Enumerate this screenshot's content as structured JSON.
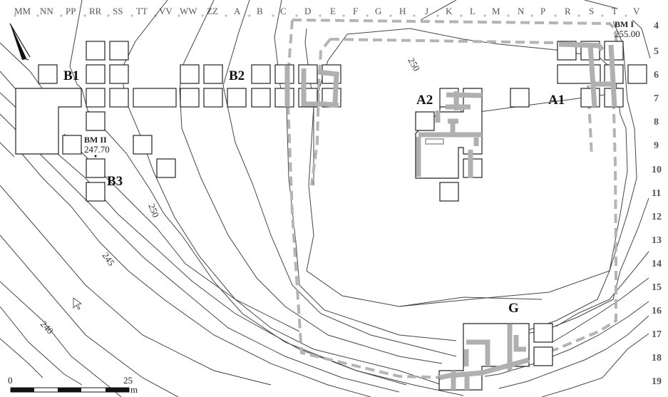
{
  "map": {
    "title": "Site plan with excavation trenches and contour lines",
    "grid_columns": [
      "MM",
      "NN",
      "PP",
      "RR",
      "SS",
      "TT",
      "VV",
      "WW",
      "ZZ",
      "A",
      "B",
      "C",
      "D",
      "E",
      "F",
      "G",
      "H",
      "J",
      "K",
      "L",
      "M",
      "N",
      "P",
      "R",
      "S",
      "T",
      "V"
    ],
    "grid_rows": [
      "4",
      "5",
      "6",
      "7",
      "8",
      "9",
      "10",
      "11",
      "12",
      "13",
      "14",
      "15",
      "16",
      "17",
      "18",
      "19"
    ],
    "areas": [
      {
        "id": "B1",
        "label": "B1"
      },
      {
        "id": "B2",
        "label": "B2"
      },
      {
        "id": "B3",
        "label": "B3"
      },
      {
        "id": "A1",
        "label": "A1"
      },
      {
        "id": "A2",
        "label": "A2"
      },
      {
        "id": "G",
        "label": "G"
      }
    ],
    "benchmarks": [
      {
        "name": "BM I",
        "elevation": "255.00"
      },
      {
        "name": "BM II",
        "elevation": "247.70"
      }
    ],
    "contour_labels": [
      "250",
      "250",
      "245",
      "240"
    ],
    "scale_bar": {
      "start": "0",
      "end": "25",
      "unit": "m"
    },
    "north_arrow": "north-arrow",
    "colors": {
      "contour": "#444444",
      "trench_outline": "#222222",
      "wall": "#b0b0b0",
      "enclosure_dashed": "#b4b4b4",
      "grid_label": "#555555"
    }
  }
}
